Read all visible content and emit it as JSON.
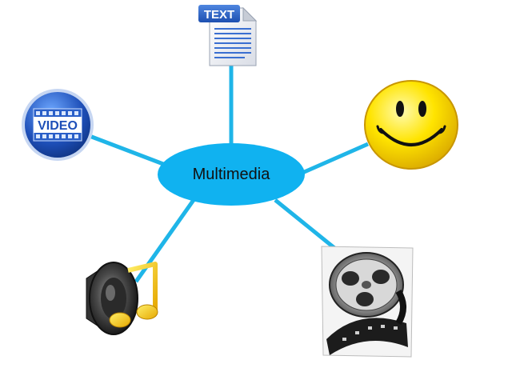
{
  "diagram": {
    "center_label": "Multimedia",
    "nodes": [
      {
        "id": "text",
        "icon": "text-document-icon",
        "label": "TEXT"
      },
      {
        "id": "video",
        "icon": "video-badge-icon",
        "label": "VIDEO"
      },
      {
        "id": "smiley",
        "icon": "smiley-face-icon"
      },
      {
        "id": "audio",
        "icon": "speaker-music-icon"
      },
      {
        "id": "film",
        "icon": "film-reel-icon"
      }
    ],
    "colors": {
      "connector": "#1fb5e8",
      "hub_fill": "#10b2f0",
      "smiley_yellow": "#ffe400",
      "video_blue": "#1e4fb8",
      "note_gold": "#f3c200"
    }
  }
}
